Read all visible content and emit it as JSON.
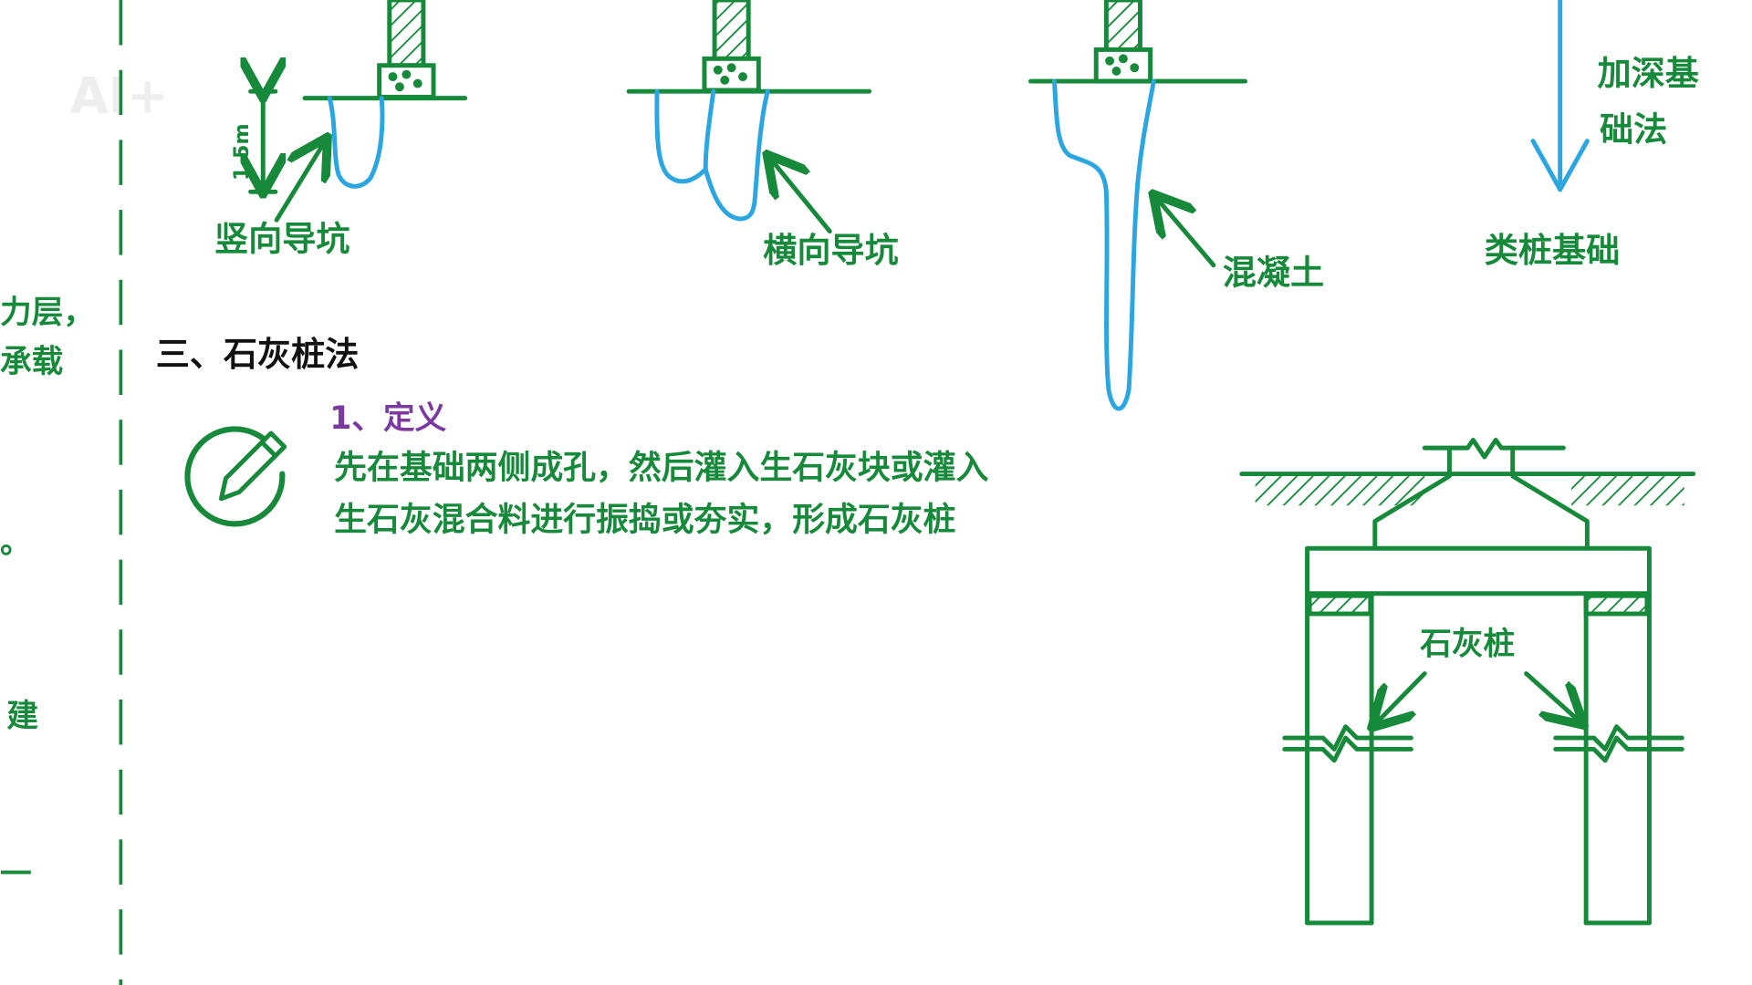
{
  "colors": {
    "green": "#17893a",
    "blue": "#2ca6e0",
    "purple": "#7a3aa0",
    "black": "#111111"
  },
  "watermark": "AI+",
  "left_margin_text": [
    "力层，",
    "承载",
    "。",
    "建",
    "一"
  ],
  "diagrams": {
    "vertical_pit": {
      "dimension": "1.5m",
      "label": "竖向导坑"
    },
    "horizontal_pit": {
      "label": "横向导坑"
    },
    "concrete": {
      "label": "混凝土"
    },
    "deepen": {
      "label_line1": "加深基",
      "label_line2": "础法",
      "result": "类桩基础"
    }
  },
  "section": {
    "title": "三、石灰桩法",
    "subtitle": "1、定义",
    "icon": "pencil-circle-icon",
    "definition_line1": "先在基础两侧成孔，然后灌入生石灰块或灌入",
    "definition_line2": "生石灰混合料进行振捣或夯实，形成石灰桩"
  },
  "lime_pile_diagram": {
    "label": "石灰桩"
  }
}
